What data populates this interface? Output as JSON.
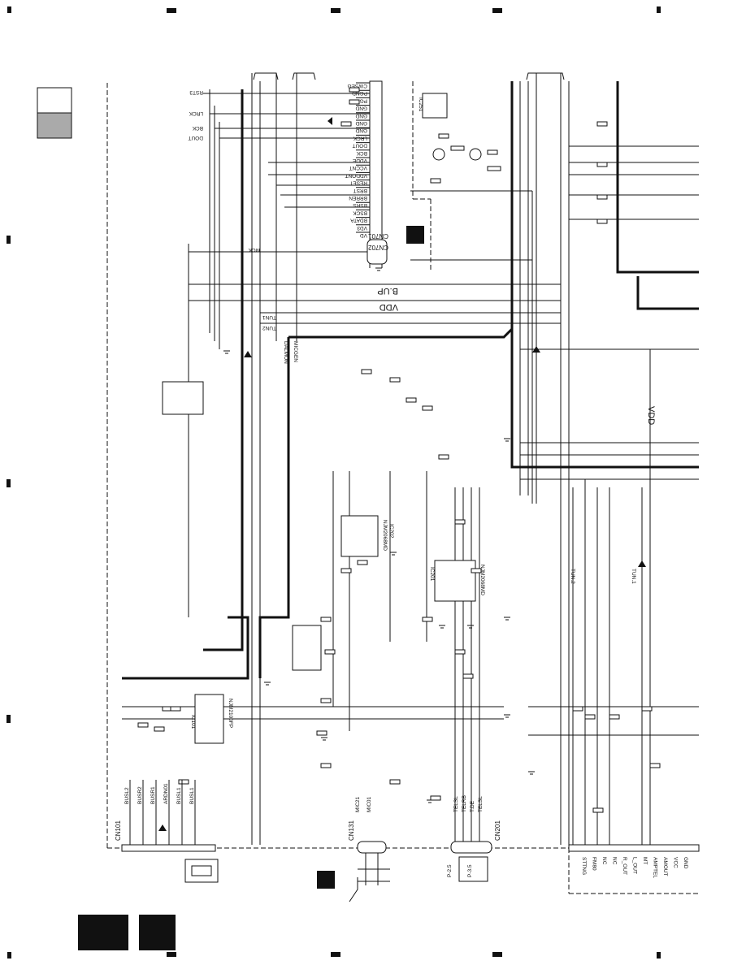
{
  "connectors": {
    "cn101": "CN101",
    "cn131": "CN131",
    "cn201": "CN201",
    "cn701": "CN701",
    "cn702": "CN702"
  },
  "cn101_pins": [
    "BUSL2",
    "BUSR2",
    "BUSR1",
    "ARDN01",
    "BUSL1",
    "BUSL1"
  ],
  "cn201_pins": [
    "TELSL",
    "TELRB",
    "T.DE",
    "TELSL"
  ],
  "cn131_pins": [
    "MIC01",
    "MIC21"
  ],
  "cn701_pins": [
    "CWSEG",
    "PGND",
    "PGND",
    "GND",
    "GND",
    "GND",
    "GND",
    "LRCK",
    "DOUT",
    "BCK",
    "VDDE",
    "VCCNT",
    "VDDONT",
    "RESET",
    "BRST",
    "BRREN",
    "BSRS",
    "BSCK",
    "BDATA",
    "VD3",
    "VD"
  ],
  "left_signals": [
    "RST3",
    "LRCK",
    "BCK",
    "DOUT",
    "MCK"
  ],
  "power_nets": [
    "B.UP",
    "VDD",
    "TUN1",
    "TUN2",
    "DALMON",
    "MICGEN",
    "TUN.1",
    "TUN.2",
    "VDD"
  ],
  "ics": {
    "ic101": "IC101",
    "ic101_part": "NJM2100FP",
    "ic201": "IC201",
    "ic201_part": "NJM2068MD",
    "ic202": "IC202",
    "ic202_part": "NJM2068MD",
    "ic251": "IC251"
  },
  "bottom_right_pins": [
    "STTNG",
    "FM80",
    "NC",
    "NC",
    "R_OUT",
    "L_OUT",
    "MT",
    "AMPTEL",
    "AMOUT",
    "VCC",
    "GND"
  ],
  "plug_labels": [
    "P-2.5",
    "P-3.5"
  ],
  "gnd": "GND",
  "vdd_label": "VDD",
  "bup_label": "B.UP"
}
